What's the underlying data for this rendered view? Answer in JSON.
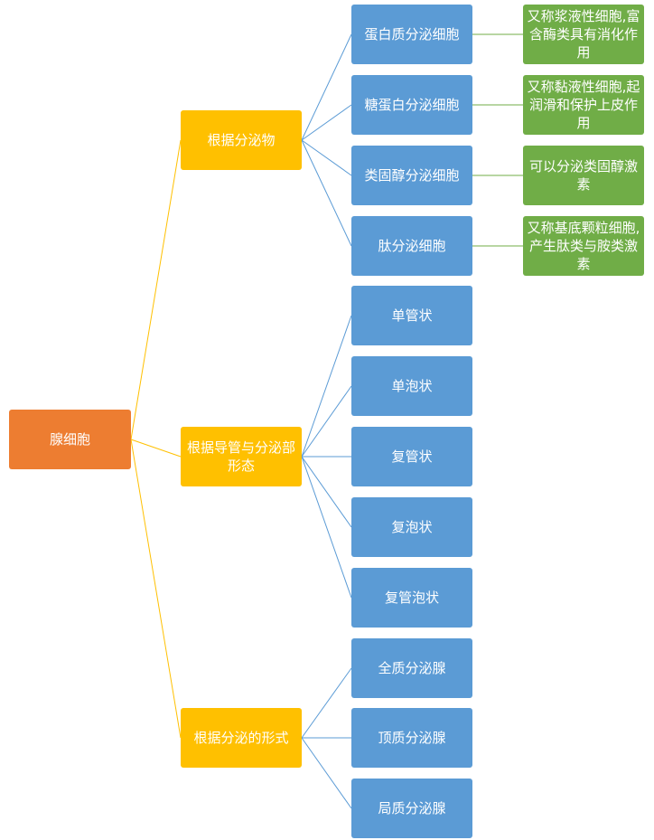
{
  "root": {
    "label": "腺细胞",
    "color": "#ED7D31"
  },
  "colors": {
    "level1": "#FFC000",
    "level2": "#5B9BD5",
    "note": "#70AD47",
    "root_link": "#FFC000",
    "child_link": "#5B9BD5",
    "note_link": "#70AD47"
  },
  "groups": [
    {
      "label": "根据分泌物",
      "items": [
        {
          "label": "蛋白质分泌细胞",
          "note": "又称浆液性细胞,富含酶类具有消化作用"
        },
        {
          "label": "糖蛋白分泌细胞",
          "note": "又称黏液性细胞,起润滑和保护上皮作用"
        },
        {
          "label": "类固醇分泌细胞",
          "note": "可以分泌类固醇激素"
        },
        {
          "label": "肽分泌细胞",
          "note": "又称基底颗粒细胞,产生肽类与胺类激素"
        }
      ]
    },
    {
      "label": "根据导管与分泌部形态",
      "items": [
        {
          "label": "单管状"
        },
        {
          "label": "单泡状"
        },
        {
          "label": "复管状"
        },
        {
          "label": "复泡状"
        },
        {
          "label": "复管泡状"
        }
      ]
    },
    {
      "label": "根据分泌的形式",
      "items": [
        {
          "label": "全质分泌腺"
        },
        {
          "label": "顶质分泌腺"
        },
        {
          "label": "局质分泌腺"
        }
      ]
    }
  ]
}
